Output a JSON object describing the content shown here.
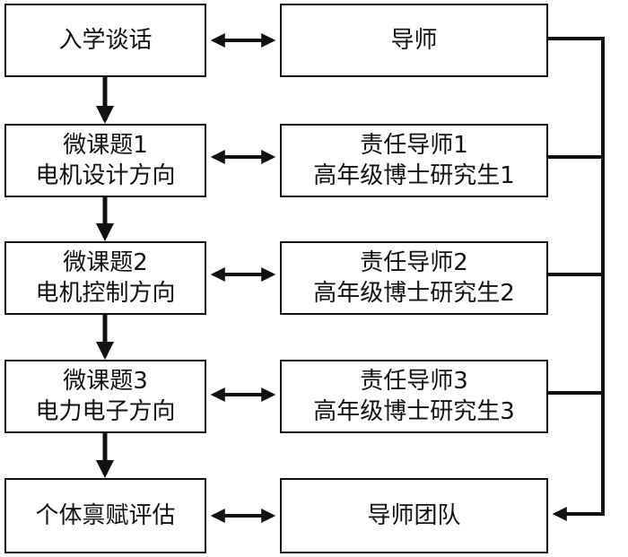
{
  "left_column": {
    "enrollment": {
      "line1": "入学谈话"
    },
    "micro_topic_1": {
      "line1": "微课题1",
      "line2": "电机设计方向"
    },
    "micro_topic_2": {
      "line1": "微课题2",
      "line2": "电机控制方向"
    },
    "micro_topic_3": {
      "line1": "微课题3",
      "line2": "电力电子方向"
    },
    "assessment": {
      "line1": "个体禀赋评估"
    }
  },
  "right_column": {
    "mentor": {
      "line1": "导师"
    },
    "responsible_1": {
      "line1": "责任导师1",
      "line2": "高年级博士研究生1"
    },
    "responsible_2": {
      "line1": "责任导师2",
      "line2": "高年级博士研究生2"
    },
    "responsible_3": {
      "line1": "责任导师3",
      "line2": "高年级博士研究生3"
    },
    "team": {
      "line1": "导师团队"
    }
  },
  "colors": {
    "stroke": "#111111",
    "background": "#ffffff"
  }
}
